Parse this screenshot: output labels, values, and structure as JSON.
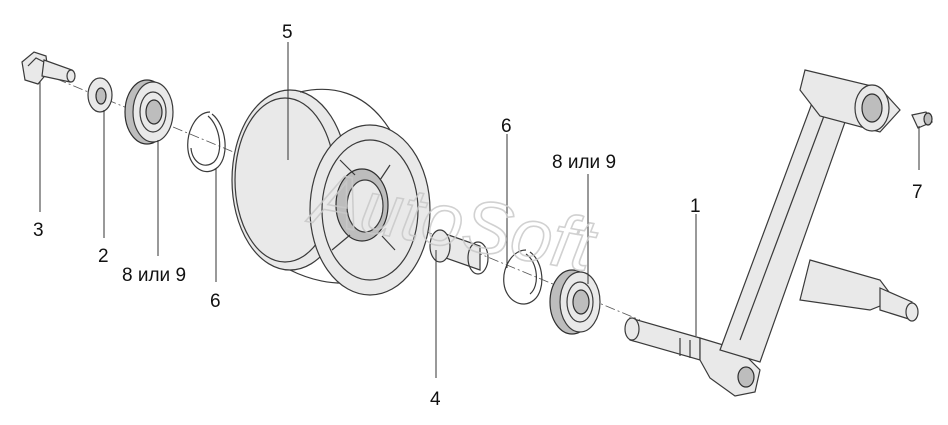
{
  "diagram": {
    "callouts": {
      "c1": "1",
      "c2": "2",
      "c3": "3",
      "c4": "4",
      "c5": "5",
      "c6a": "6",
      "c6b": "6",
      "c7": "7",
      "c8a": "8 или 9",
      "c8b": "8 или 9"
    },
    "watermark": "AutoSoft"
  }
}
